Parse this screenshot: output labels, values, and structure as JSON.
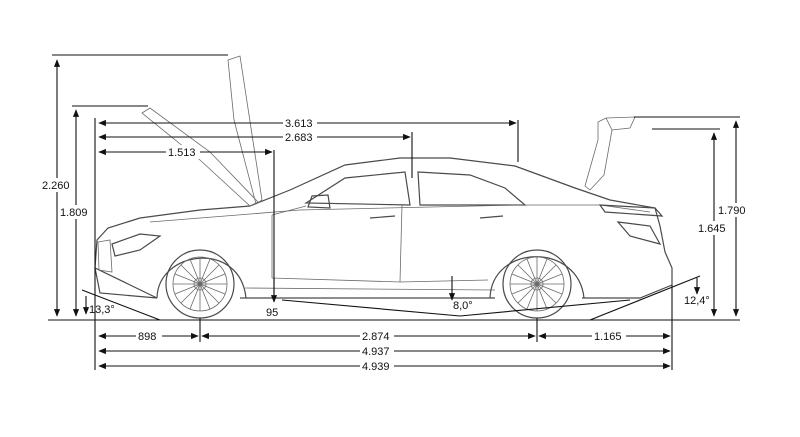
{
  "diagram": {
    "labels": {
      "hood_height": "2.260",
      "roof_height": "1.809",
      "open_trunk_height": "1.790",
      "trunk_height": "1.645",
      "dim_3613": "3.613",
      "dim_2683": "2.683",
      "dim_1513": "1.513",
      "front_overhang": "898",
      "wheelbase": "2.874",
      "rear_overhang": "1.165",
      "length_a": "4.937",
      "length_b": "4.939",
      "ground_clearance": "95",
      "ramp_angle": "8,0°",
      "approach_angle": "13,3°",
      "departure_angle": "12,4°"
    },
    "colors": {
      "line": "#111111",
      "car_outline": "#4a4a4a",
      "background": "#ffffff"
    }
  }
}
